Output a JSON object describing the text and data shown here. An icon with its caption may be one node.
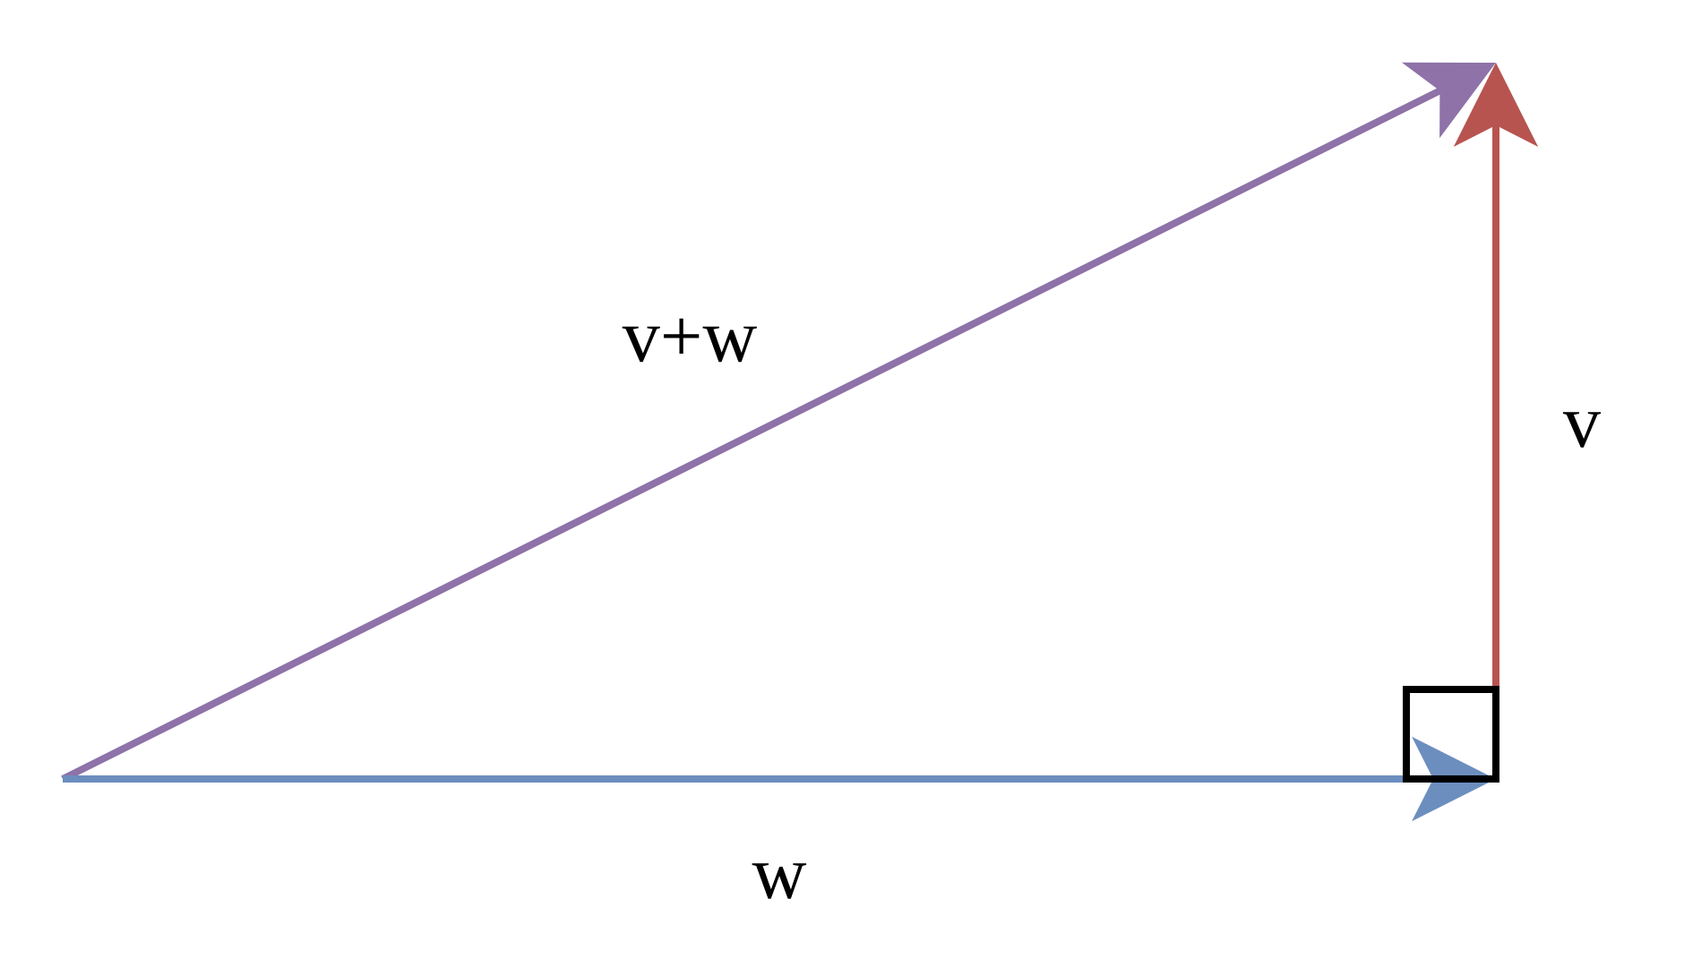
{
  "diagram": {
    "labels": [
      "v+w",
      "v",
      "w"
    ]
  }
}
